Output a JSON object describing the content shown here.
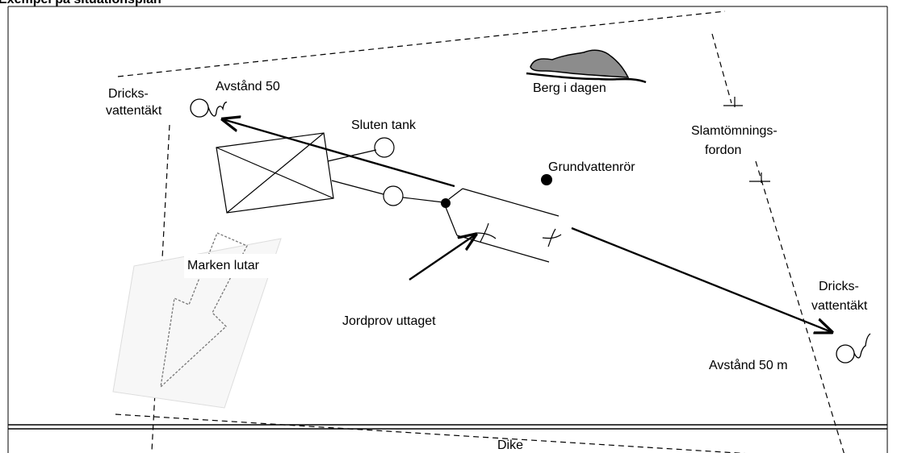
{
  "title": "Exempel på situationsplan",
  "labels": {
    "drinking_water_left": [
      "Dricks-",
      "vattentäkt"
    ],
    "distance_left": "Avstånd 50",
    "rock": "Berg i dagen",
    "closed_tank": "Sluten tank",
    "sludge_vehicle": [
      "Slamtömnings-",
      "fordon"
    ],
    "groundwater_pipe": "Grundvattenrör",
    "slope": "Marken lutar",
    "soil_sample": "Jordprov uttaget",
    "drinking_water_right": [
      "Dricks-",
      "vattentäkt"
    ],
    "distance_right": "Avstånd 50 m",
    "ditch": "Dike"
  },
  "colors": {
    "line": "#000000",
    "rock_fill": "#8c8c8c",
    "background": "#ffffff"
  }
}
